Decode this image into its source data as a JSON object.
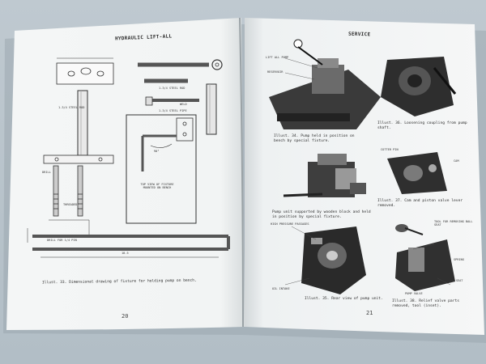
{
  "left_page": {
    "header": "HYDRAULIC LIFT-ALL",
    "labels": {
      "steel_rod": "1-3/4 STEEL ROD",
      "steel_rod_right": "1-3/4 STEEL ROD",
      "steel_pipe": "1-3/4 STEEL PIPE",
      "weld": "WELD",
      "drill": "DRILL",
      "top_view": "TOP VIEW OF FIXTURE MOUNTED ON BENCH",
      "angle": "90°",
      "threaded": "THREADED",
      "drill_pin": "DRILL FOR 1/4 PIN",
      "dim_long": "18.5"
    },
    "caption": "Illust. 33. Dimensional drawing of fixture for holding pump on bench.",
    "page_number": "20"
  },
  "right_page": {
    "header": "SERVICE",
    "captions": {
      "illust34": "Illust. 34. Pump held in position on bench by special fixture.",
      "illust35": "Illust. 35. Rear view of pump unit.",
      "illust36": "Illust. 36. Loosening coupling from pump shaft.",
      "illust37": "Illust. 37. Cam and piston valve lever removed.",
      "illust38": "Illust. 38. Relief valve parts removed, tool (inset).",
      "illust36b": "Pump unit supported by wooden block and held in position by special fixture."
    },
    "labels": {
      "lift_all_pump": "LIFT ALL PUMP",
      "reservoir": "RESERVOIR",
      "high_pressure": "HIGH PRESSURE PASSAGES",
      "oil_intake": "OIL INTAKE",
      "cam": "CAM",
      "cotter_pin": "COTTER PIN",
      "ball_seat": "BALL SEAT",
      "spring": "SPRING",
      "pump_valve": "PUMP VALVE",
      "tool": "TOOL FOR REMOVING BALL SEAT"
    },
    "page_number": "21"
  }
}
